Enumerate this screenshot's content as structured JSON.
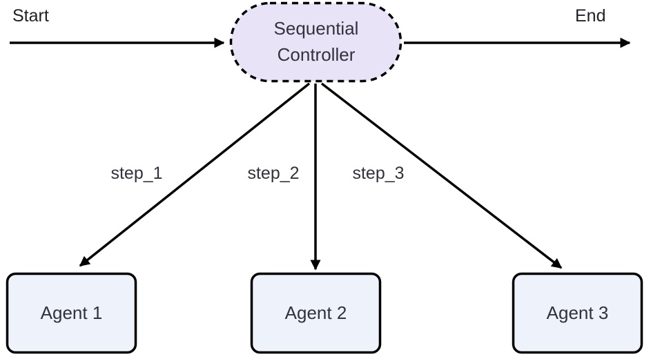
{
  "diagram": {
    "type": "flowchart",
    "orientation": "top-down",
    "start_label": "Start",
    "end_label": "End",
    "controller": {
      "id": "sequential-controller",
      "label_line1": "Sequential",
      "label_line2": "Controller",
      "shape": "stadium-dashed"
    },
    "edges": [
      {
        "from": "sequential-controller",
        "to": "agent-1",
        "label": "step_1"
      },
      {
        "from": "sequential-controller",
        "to": "agent-2",
        "label": "step_2"
      },
      {
        "from": "sequential-controller",
        "to": "agent-3",
        "label": "step_3"
      }
    ],
    "agents": [
      {
        "id": "agent-1",
        "label": "Agent 1"
      },
      {
        "id": "agent-2",
        "label": "Agent 2"
      },
      {
        "id": "agent-3",
        "label": "Agent 3"
      }
    ],
    "colors": {
      "controller_fill": "#e9e3f7",
      "agent_fill": "#edf2fb",
      "border": "#000000",
      "text": "#32323e",
      "background": "#ffffff"
    }
  }
}
